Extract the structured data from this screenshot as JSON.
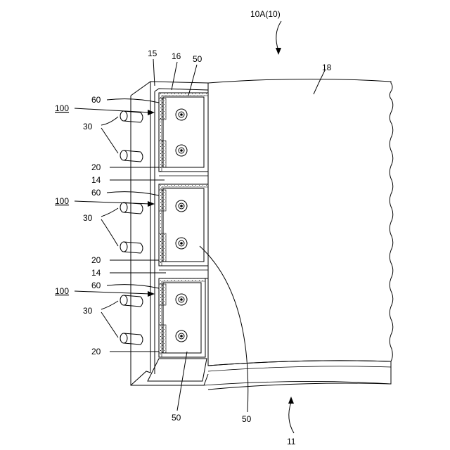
{
  "figure": {
    "assembly_ref": "10A(10)",
    "base_ref": "11",
    "container_ref": "18",
    "frame_ref": "15",
    "rail_ref": "16",
    "labels": {
      "l50": "50",
      "l60": "60",
      "l100": "100",
      "l30": "30",
      "l20": "20",
      "l14": "14"
    }
  }
}
